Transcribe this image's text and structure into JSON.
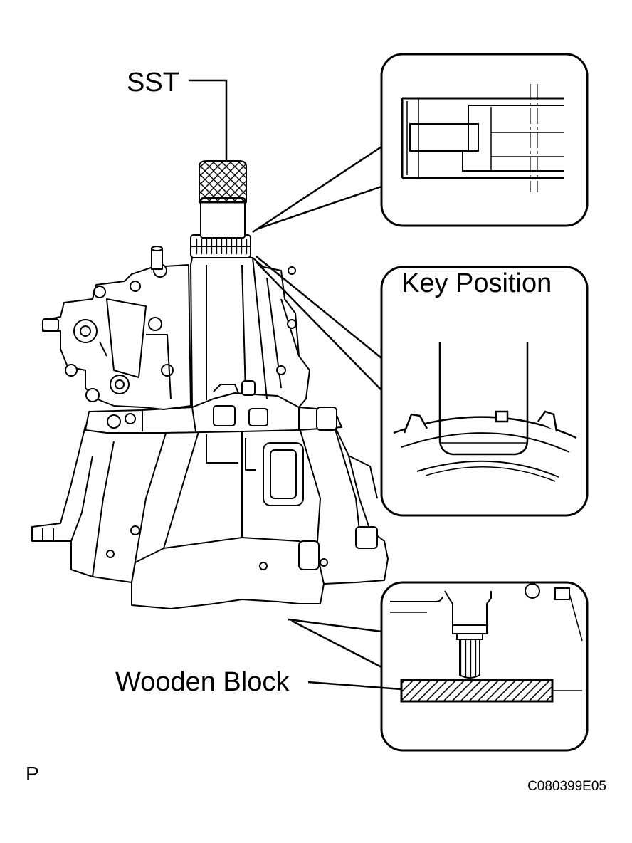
{
  "labels": {
    "sst": "SST",
    "key_position": "Key Position",
    "wooden_block": "Wooden Block",
    "corner_mark": "P",
    "figure_code": "C080399E05"
  },
  "colors": {
    "line": "#000000",
    "background": "#ffffff"
  }
}
